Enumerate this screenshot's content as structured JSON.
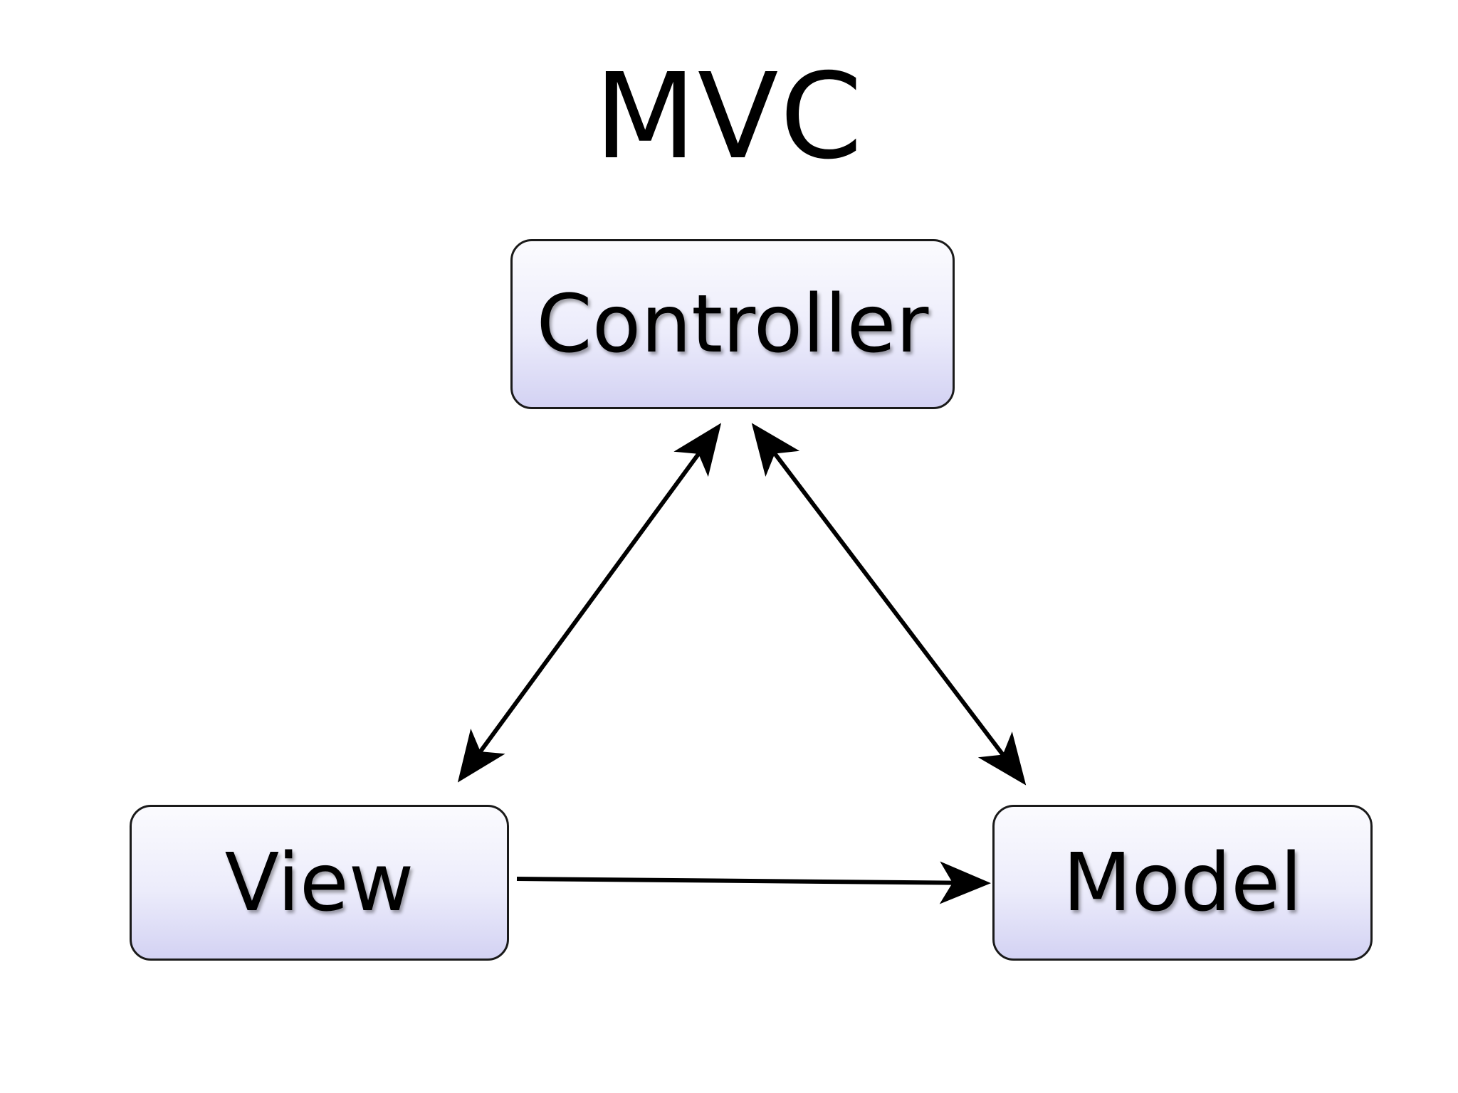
{
  "diagram": {
    "title": "MVC",
    "nodes": {
      "controller": {
        "label": "Controller"
      },
      "view": {
        "label": "View"
      },
      "model": {
        "label": "Model"
      }
    },
    "edges": [
      {
        "from": "controller",
        "to": "view",
        "direction": "both"
      },
      {
        "from": "controller",
        "to": "model",
        "direction": "both"
      },
      {
        "from": "view",
        "to": "model",
        "direction": "forward"
      }
    ],
    "colors": {
      "box_top": "#fbfbfe",
      "box_bottom": "#d3d2f3",
      "border": "#1a1a1a",
      "arrow": "#000000",
      "text": "#000000"
    }
  }
}
